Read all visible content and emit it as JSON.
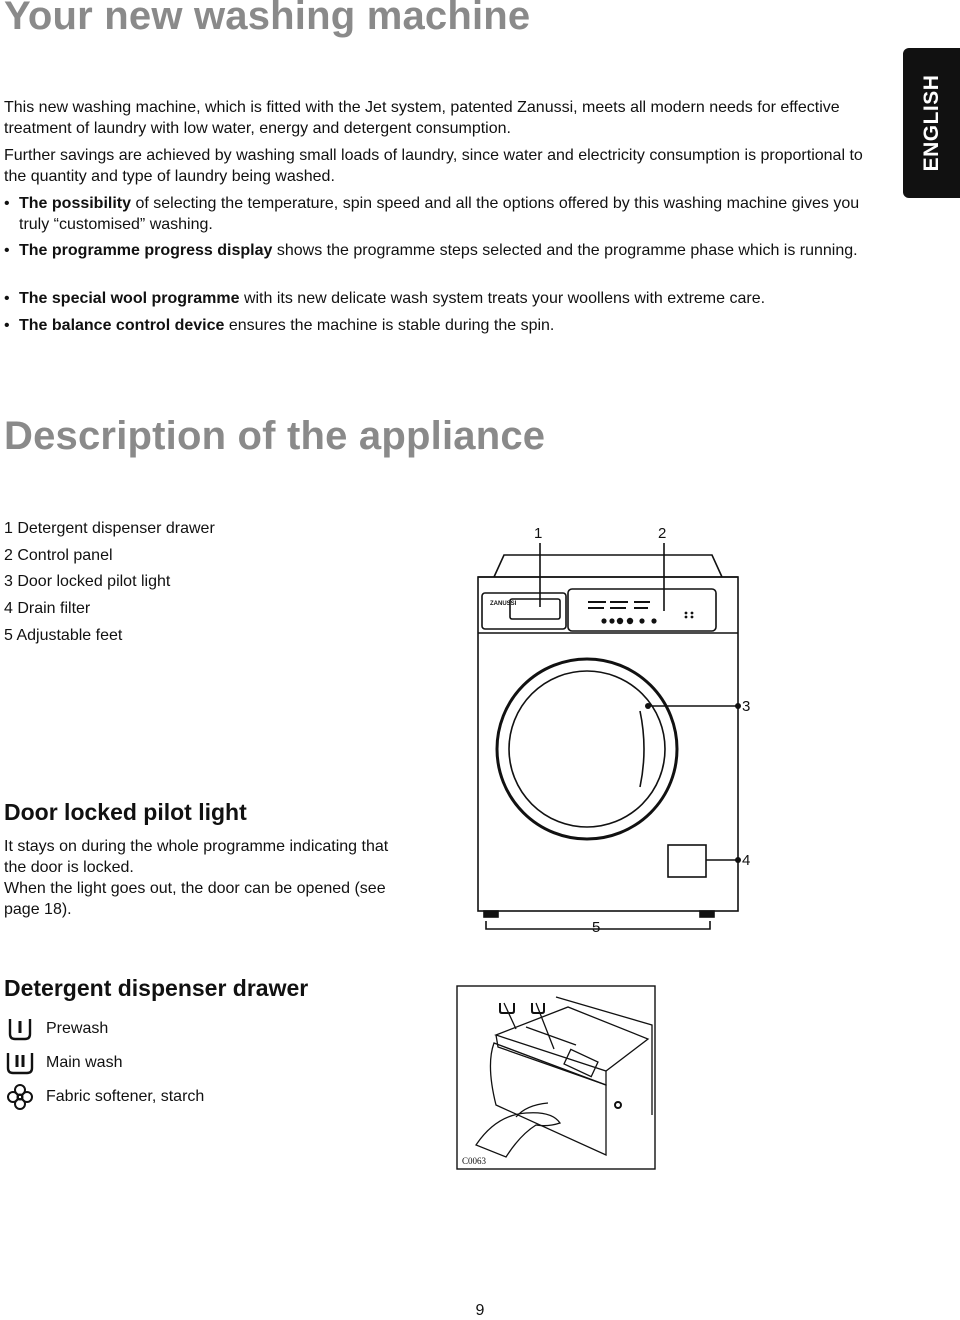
{
  "header": {
    "title": "Your new washing machine",
    "language_tab": "ENGLISH"
  },
  "intro": {
    "p1": "This new washing machine, which is fitted with the Jet system, patented Zanussi, meets all modern needs for effective treatment of laundry with low water, energy and detergent consumption.",
    "p2": "Further savings are achieved by washing small loads of laundry, since water and electricity consumption is proportional to the quantity and type of laundry being washed.",
    "bullets": [
      {
        "bold": "The possibility",
        "text": " of selecting the temperature, spin speed and all the options offered by this washing machine gives you truly “customised” washing."
      },
      {
        "bold": "The programme progress display",
        "text": " shows the programme steps selected  and the programme phase which is running."
      },
      {
        "bold": "The special wool programme",
        "text": " with its new delicate wash system treats your woollens with extreme care."
      },
      {
        "bold": "The balance control device",
        "text": " ensures the machine is stable during the spin."
      }
    ]
  },
  "description": {
    "title": "Description of the appliance",
    "parts": [
      "1 Detergent dispenser drawer",
      "2 Control panel",
      "3 Door locked pilot light",
      "4 Drain filter",
      "5 Adjustable feet"
    ],
    "callouts": [
      "1",
      "2",
      "3",
      "4",
      "5"
    ],
    "brand": "ZANUSSI"
  },
  "door_locked": {
    "title": "Door locked pilot light",
    "text1": "It stays on during the whole programme indicating that the door is locked.",
    "text2": "When the light goes out, the door can be opened (see page 18)."
  },
  "drawer": {
    "title": "Detergent dispenser drawer",
    "items": [
      {
        "icon": "prewash-icon",
        "label": "Prewash"
      },
      {
        "icon": "main-wash-icon",
        "label": "Main wash"
      },
      {
        "icon": "fabric-softener-icon",
        "label": "Fabric softener, starch"
      }
    ],
    "figure_code": "C0063"
  },
  "footer": {
    "page_number": "9"
  }
}
